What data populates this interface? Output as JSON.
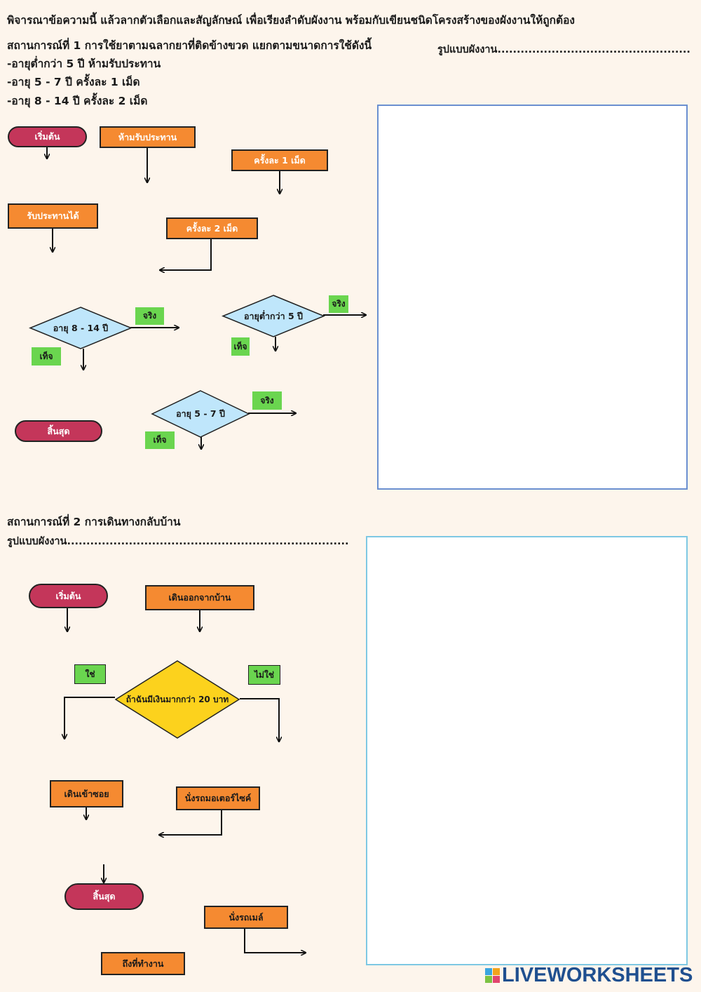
{
  "instruction": "พิจารณาข้อความนี้ แล้วลากตัวเลือกและสัญลักษณ์ เพื่อเรียงลำดับผังงาน พร้อมกับเขียนชนิดโครงสร้างของผังงานให้ถูกต้อง",
  "scenario1": {
    "title": "สถานการณ์ที่  1   การใช้ยาตามฉลากยาที่ติดข้างขวด แยกตามขนาดการใช้ดังนี้",
    "form_label": "รูปแบบผังงาน..................................................",
    "rules": [
      "-อายุต่ำกว่า 5 ปี ห้ามรับประทาน",
      "-อายุ 5 - 7 ปี ครั้งละ 1 เม็ด",
      "-อายุ 8 - 14 ปี ครั้งละ 2 เม็ด"
    ],
    "cards": {
      "start": "เริ่มต้น",
      "no_eat": "ห้ามรับประทาน",
      "one_pill": "ครั้งละ 1 เม็ด",
      "can_eat": "รับประทานได้",
      "two_pill": "ครั้งละ 2 เม็ด",
      "age_8_14": "อายุ 8 - 14 ปี",
      "age_under5": "อายุต่ำกว่า 5 ปี",
      "age_5_7": "อายุ 5 - 7 ปี",
      "end": "สิ้นสุด",
      "true_label": "จริง",
      "false_label": "เท็จ"
    }
  },
  "scenario2": {
    "title": "สถานการณ์ที่ 2 การเดินทางกลับบ้าน",
    "form_label": " รูปแบบผังงาน.........................................................................",
    "cards": {
      "start": "เริ่มต้น",
      "leave_home": "เดินออกจากบ้าน",
      "yes": "ใช่",
      "no": "ไม่ใช่",
      "decision": "ถ้าฉันมีเงินมากกว่า 20 บาท",
      "walk_alley": "เดินเข้าซอย",
      "motorbike": "นั่งรถมอเตอร์ไซค์",
      "end": "สิ้นสุด",
      "bus": "นั่งรถเมล์",
      "arrive_work": "ถึงที่ทำงาน"
    }
  },
  "colors": {
    "background": "#fdf5ec",
    "terminal": "#c4365a",
    "process": "#f58a31",
    "decision_blue": "#bfe6fb",
    "decision_yellow": "#fcd21d",
    "label_green": "#6ad54f"
  },
  "branding": {
    "logo": "LIVEWORKSHEETS"
  }
}
